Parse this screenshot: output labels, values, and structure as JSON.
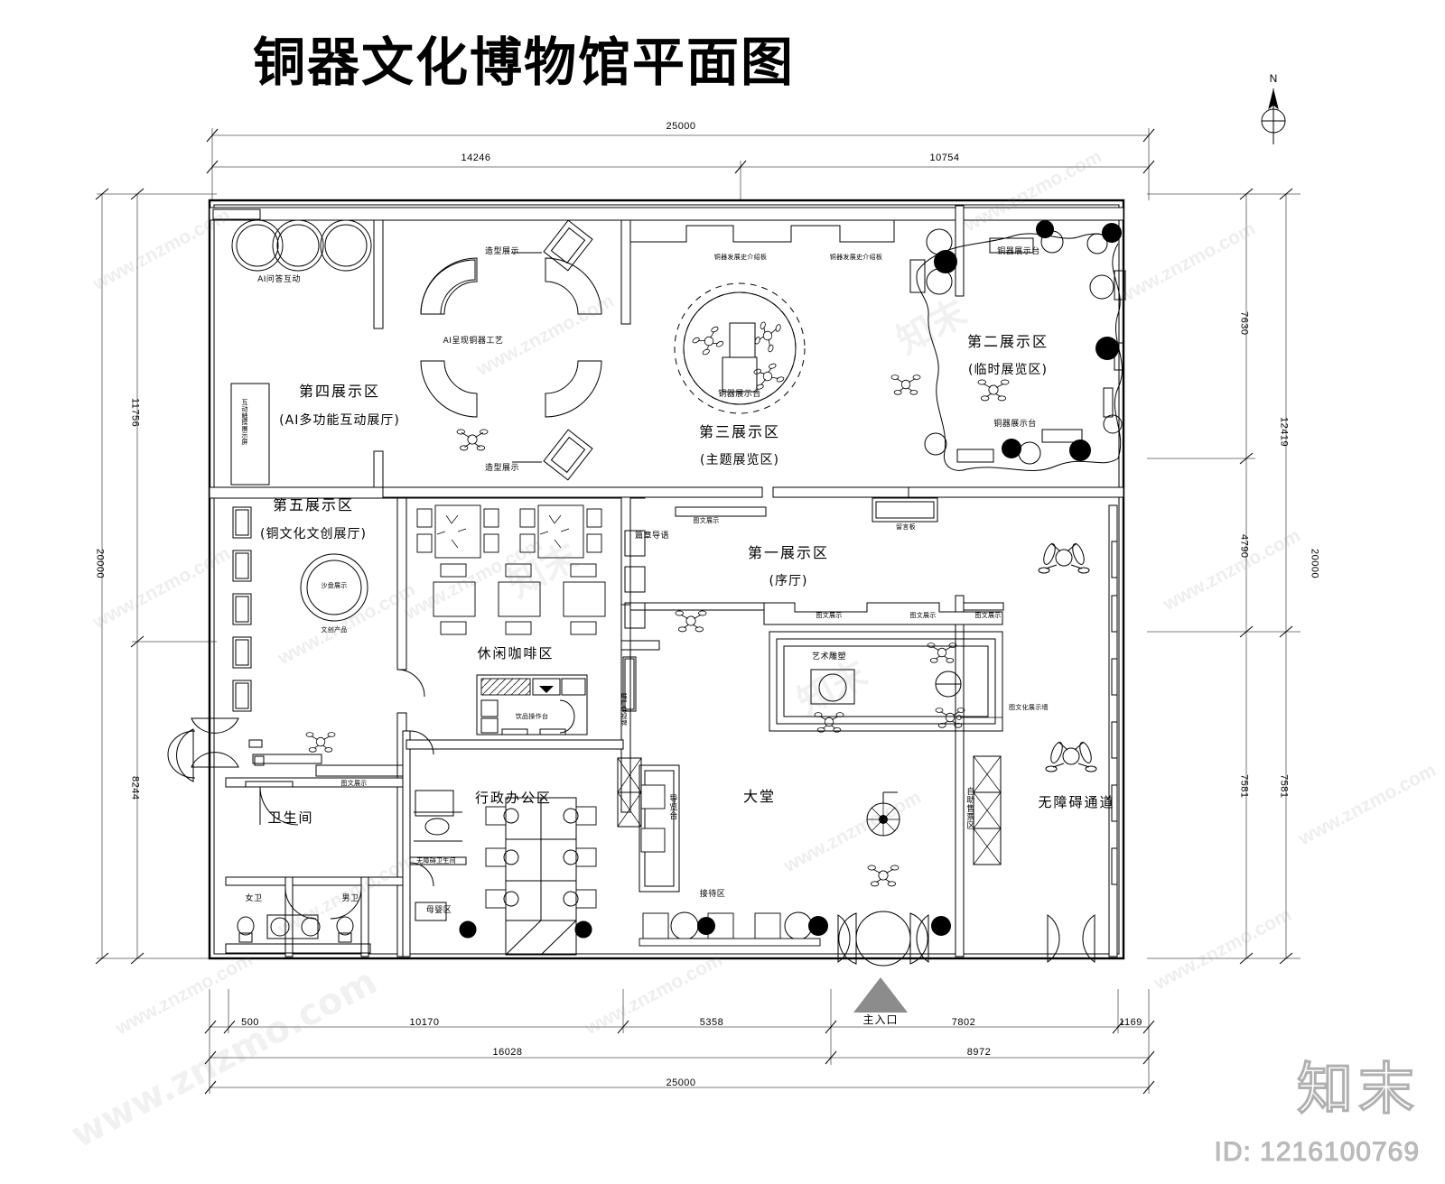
{
  "document": {
    "title": "铜器文化博物馆平面图",
    "watermark_text": "www.znzmo.com",
    "watermark_logo": "知末",
    "id_label": "ID: 1216100769",
    "north_label": "N"
  },
  "dimensions": {
    "top_overall": "25000",
    "top_chain": [
      "14246",
      "10754"
    ],
    "left_overall": "20000",
    "left_chain": [
      "11756",
      "8244"
    ],
    "right_inner_chain": [
      "7630",
      "4790",
      "7581"
    ],
    "right_outer_chain": [
      "12419",
      "7581"
    ],
    "right_overall": "20000",
    "bottom_chain": [
      "500",
      "10170",
      "5358",
      "7802",
      "1169"
    ],
    "bottom_mid_chain": [
      "16028",
      "8972"
    ],
    "bottom_overall": "25000"
  },
  "zones": [
    {
      "id": "zone1",
      "name": "第一展示区",
      "sub": "(序厅)"
    },
    {
      "id": "zone2",
      "name": "第二展示区",
      "sub": "(临时展览区)"
    },
    {
      "id": "zone3",
      "name": "第三展示区",
      "sub": "(主题展览区)"
    },
    {
      "id": "zone4",
      "name": "第四展示区",
      "sub": "(AI多功能互动展厅)"
    },
    {
      "id": "zone5",
      "name": "第五展示区",
      "sub": "(铜文化文创展厅)"
    }
  ],
  "rooms": {
    "lobby": "大堂",
    "cafe": "休闲咖啡区",
    "office": "行政办公区",
    "restroom": "卫生间",
    "restroom_women": "女卫",
    "restroom_men": "男卫",
    "restroom_accessible": "无障碍卫生间",
    "nursing": "母婴区",
    "reception": "接待区",
    "accessible_path": "无障碍通道",
    "ticketing": "自助售票区",
    "guide_desk": "导览台",
    "main_entrance": "主入口"
  },
  "exhibits": {
    "ai_qa": "AI问答互动",
    "ai_craft": "AI呈现铜器工艺",
    "model_display": "造型展示",
    "bronze_stand": "铜器展示台",
    "bronze_history_board": "铜器发展史介绍板",
    "graphic_display": "图文展示",
    "chapter_intro": "篇章导语",
    "art_sculpture": "艺术雕塑",
    "sandtable": "沙盘展示",
    "creative_products": "文创产品",
    "message_board": "留言板",
    "interactive_screen": "互动触摸展示屏",
    "beverage_counter": "饮品操作台",
    "exhibit_signage": "展厅导视牌",
    "graphic_wall": "图文化展示墙"
  }
}
